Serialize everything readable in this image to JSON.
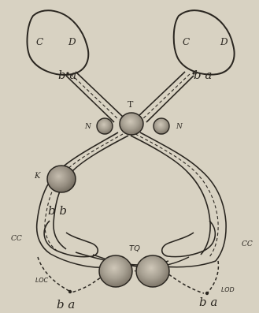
{
  "diagram": {
    "labels": {
      "left_eye_c": "C",
      "left_eye_d": "D",
      "left_eye_ba": "b a",
      "right_eye_c": "C",
      "right_eye_d": "D",
      "right_eye_ba": "b a",
      "t": "T",
      "n_left": "N",
      "n_right": "N",
      "k": "K",
      "bb": "b b",
      "cc_left": "CC",
      "cc_right": "CC",
      "tq": "TQ",
      "loc": "LOC",
      "lod": "LOD",
      "bottom_left_ba": "b a",
      "bottom_right_ba": "b a"
    },
    "colors": {
      "paper": "#d8d2c2",
      "ink": "#2a2620",
      "shade": "#8f887c",
      "shade_light": "#b3ab9d"
    }
  }
}
